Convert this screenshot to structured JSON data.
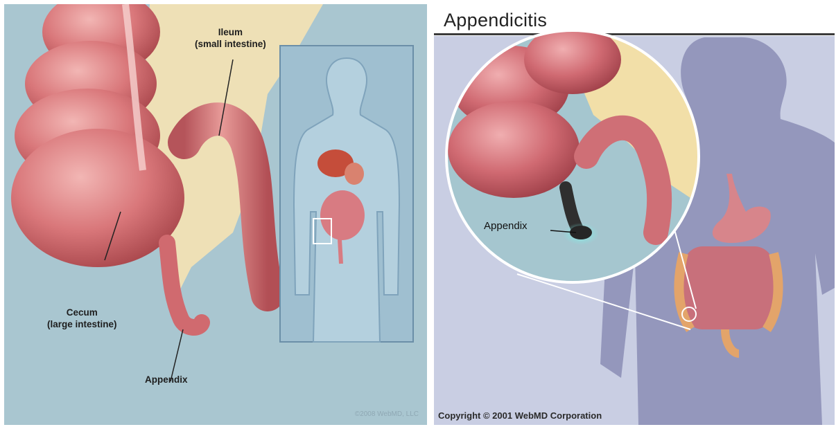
{
  "left": {
    "ileum_line1": "Ileum",
    "ileum_line2": "(small intestine)",
    "cecum_line1": "Cecum",
    "cecum_line2": "(large intestine)",
    "appendix_label": "Appendix",
    "copyright": "©2008 WebMD, LLC"
  },
  "right": {
    "title": "Appendicitis",
    "appendix_label": "Appendix",
    "copyright": "Copyright © 2001 WebMD Corporation"
  },
  "colors": {
    "left_background": "#a9c6d0",
    "right_background": "#c9cee3",
    "intestine": "#d9777a",
    "mesentery": "#f1e2b4",
    "body_silhouette": "#8b8db5"
  }
}
